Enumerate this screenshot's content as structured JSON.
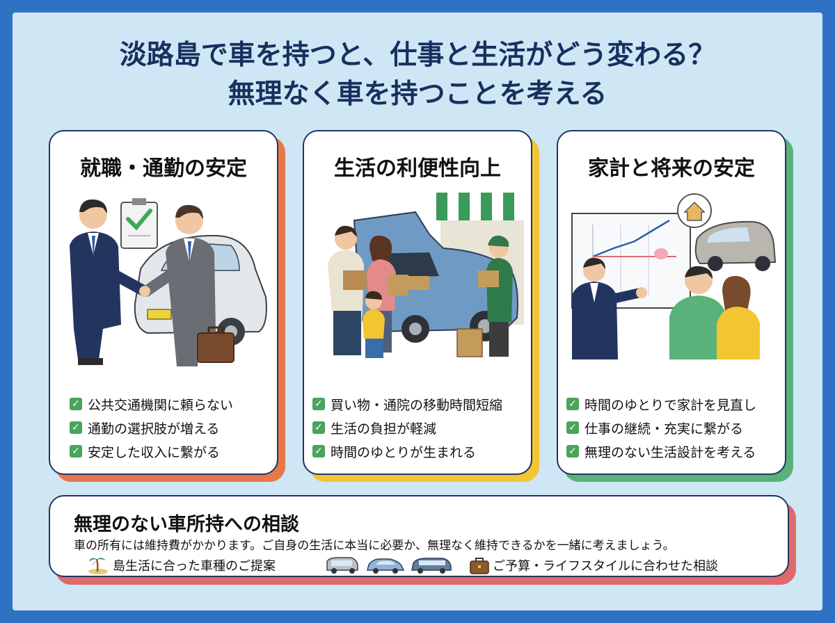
{
  "title": {
    "line1": "淡路島で車を持つと、仕事と生活がどう変わる？",
    "line2": "無理なく車を持つことを考える"
  },
  "cards": [
    {
      "title": "就職・通勤の安定",
      "accent": "#e8784a",
      "items": [
        "公共交通機関に頼らない",
        "通勤の選択肢が増える",
        "安定した収入に繋がる"
      ]
    },
    {
      "title": "生活の利便性向上",
      "accent": "#f2c531",
      "items": [
        "買い物・通院の移動時間短縮",
        "生活の負担が軽減",
        "時間のゆとりが生まれる"
      ]
    },
    {
      "title": "家計と将来の安定",
      "accent": "#5ab27a",
      "items": [
        "時間のゆとりで家計を見直し",
        "仕事の継続・充実に繋がる",
        "無理のない生活設計を考える"
      ]
    }
  ],
  "consult": {
    "title": "無理のない車所持への相談",
    "text": "車の所有には維持費がかかります。ご自身の生活に本当に必要か、無理なく維持できるかを一緒に考えましょう。",
    "item1": "島生活に合った車種のご提案",
    "item2": "ご予算・ライフスタイルに合わせた相談",
    "accent": "#e06a6a"
  },
  "colors": {
    "border": "#2f72c4",
    "panel": "#cfe6f5",
    "navy": "#1e3562",
    "check": "#4aa45a"
  },
  "icons": [
    "island-icon",
    "kei-car-icon",
    "compact-car-icon",
    "minivan-icon",
    "briefcase-icon",
    "check-icon"
  ]
}
